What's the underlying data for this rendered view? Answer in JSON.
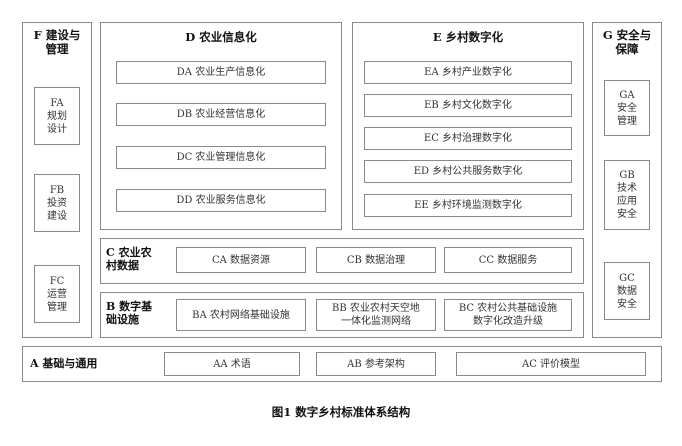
{
  "F": {
    "title": "F 建设与\n管理",
    "items": [
      "FA\n规划\n设计",
      "FB\n投资\n建设",
      "FC\n运营\n管理"
    ]
  },
  "D": {
    "title": "D 农业信息化",
    "items": [
      "DA 农业生产信息化",
      "DB 农业经营信息化",
      "DC 农业管理信息化",
      "DD 农业服务信息化"
    ]
  },
  "E": {
    "title": "E 乡村数字化",
    "items": [
      "EA 乡村产业数字化",
      "EB 乡村文化数字化",
      "EC 乡村治理数字化",
      "ED 乡村公共服务数字化",
      "EE 乡村环境监测数字化"
    ]
  },
  "G": {
    "title": "G 安全与\n保障",
    "items": [
      "GA\n安全\n管理",
      "GB\n技术\n应用\n安全",
      "GC\n数据\n安全"
    ]
  },
  "C": {
    "title": "C 农业农\n村数据",
    "items": [
      "CA 数据资源",
      "CB 数据治理",
      "CC 数据服务"
    ]
  },
  "B": {
    "title": "B 数字基\n础设施",
    "items": [
      "BA 农村网络基础设施",
      "BB 农业农村天空地\n一体化监测网络",
      "BC 农村公共基础设施\n数字化改造升级"
    ]
  },
  "A": {
    "title": "A 基础与通用",
    "items": [
      "AA 术语",
      "AB 参考架构",
      "AC 评价模型"
    ]
  },
  "caption": "图1  数字乡村标准体系结构"
}
